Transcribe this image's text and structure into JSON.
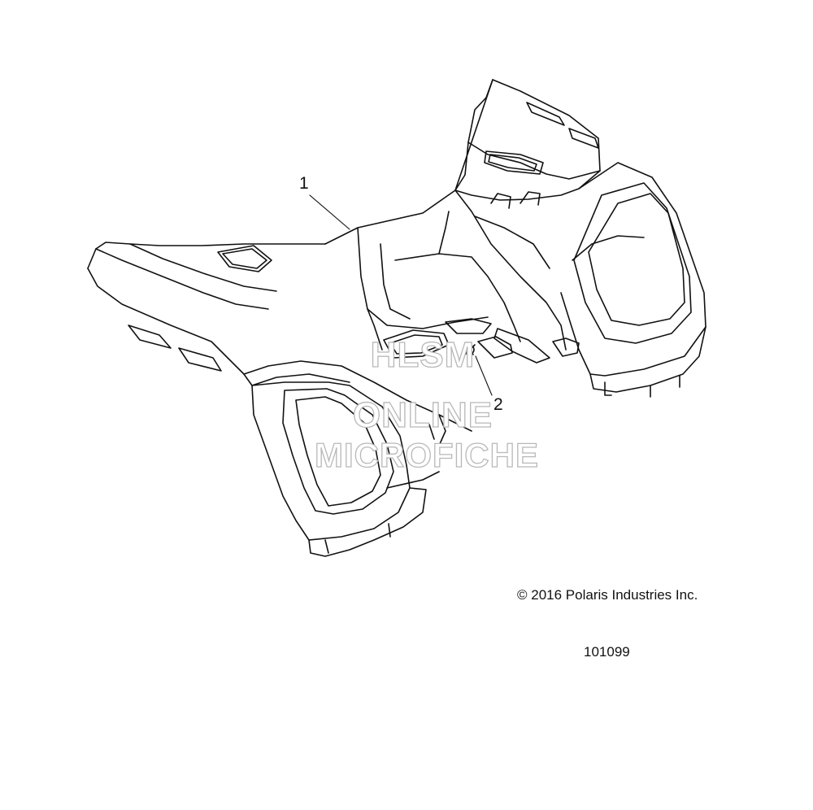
{
  "diagram": {
    "callouts": [
      {
        "id": "1",
        "label": "1"
      },
      {
        "id": "2",
        "label": "2"
      }
    ],
    "watermark": {
      "line1": "HLSM",
      "line2": "ONLINE",
      "line3": "MICROFICHE"
    },
    "copyright": "© 2016 Polaris Industries Inc.",
    "diagram_number": "101099",
    "colors": {
      "line": "#111111",
      "background": "#ffffff",
      "watermark_outline": "#b8b8b8"
    }
  }
}
